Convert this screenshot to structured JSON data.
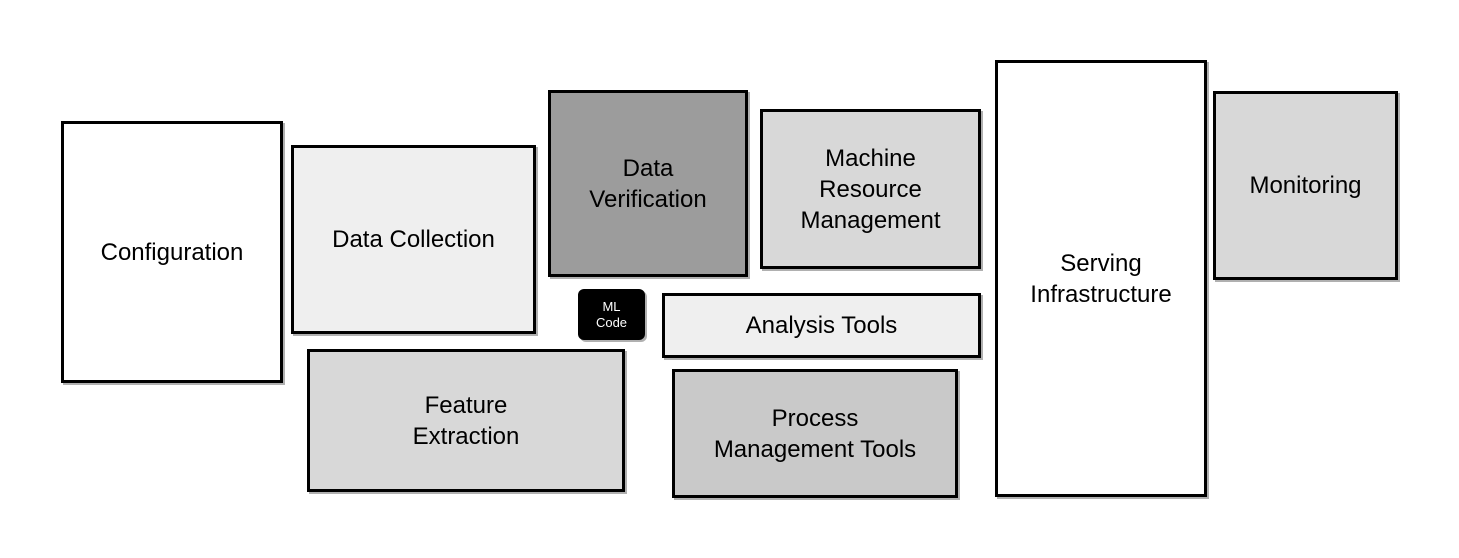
{
  "diagram": {
    "background": "#ffffff",
    "border_color": "#000000",
    "shadow_color": "#b0b0b0",
    "boxes": [
      {
        "id": "configuration",
        "lines": [
          "Configuration"
        ],
        "bg": "#ffffff",
        "text_color": "#000000"
      },
      {
        "id": "data-collection",
        "lines": [
          "Data Collection"
        ],
        "bg": "#efefef",
        "text_color": "#000000"
      },
      {
        "id": "data-verification",
        "lines": [
          "Data",
          "Verification"
        ],
        "bg": "#9c9c9c",
        "text_color": "#000000"
      },
      {
        "id": "ml-code",
        "lines": [
          "ML",
          "Code"
        ],
        "bg": "#000000",
        "text_color": "#ffffff"
      },
      {
        "id": "machine-resource-management",
        "lines": [
          "Machine",
          "Resource",
          "Management"
        ],
        "bg": "#d8d8d8",
        "text_color": "#000000"
      },
      {
        "id": "analysis-tools",
        "lines": [
          "Analysis Tools"
        ],
        "bg": "#efefef",
        "text_color": "#000000"
      },
      {
        "id": "feature-extraction",
        "lines": [
          "Feature",
          "Extraction"
        ],
        "bg": "#d8d8d8",
        "text_color": "#000000"
      },
      {
        "id": "process-management-tools",
        "lines": [
          "Process",
          "Management Tools"
        ],
        "bg": "#c9c9c9",
        "text_color": "#000000"
      },
      {
        "id": "serving-infrastructure",
        "lines": [
          "Serving",
          "Infrastructure"
        ],
        "bg": "#ffffff",
        "text_color": "#000000"
      },
      {
        "id": "monitoring",
        "lines": [
          "Monitoring"
        ],
        "bg": "#d8d8d8",
        "text_color": "#000000"
      }
    ]
  }
}
